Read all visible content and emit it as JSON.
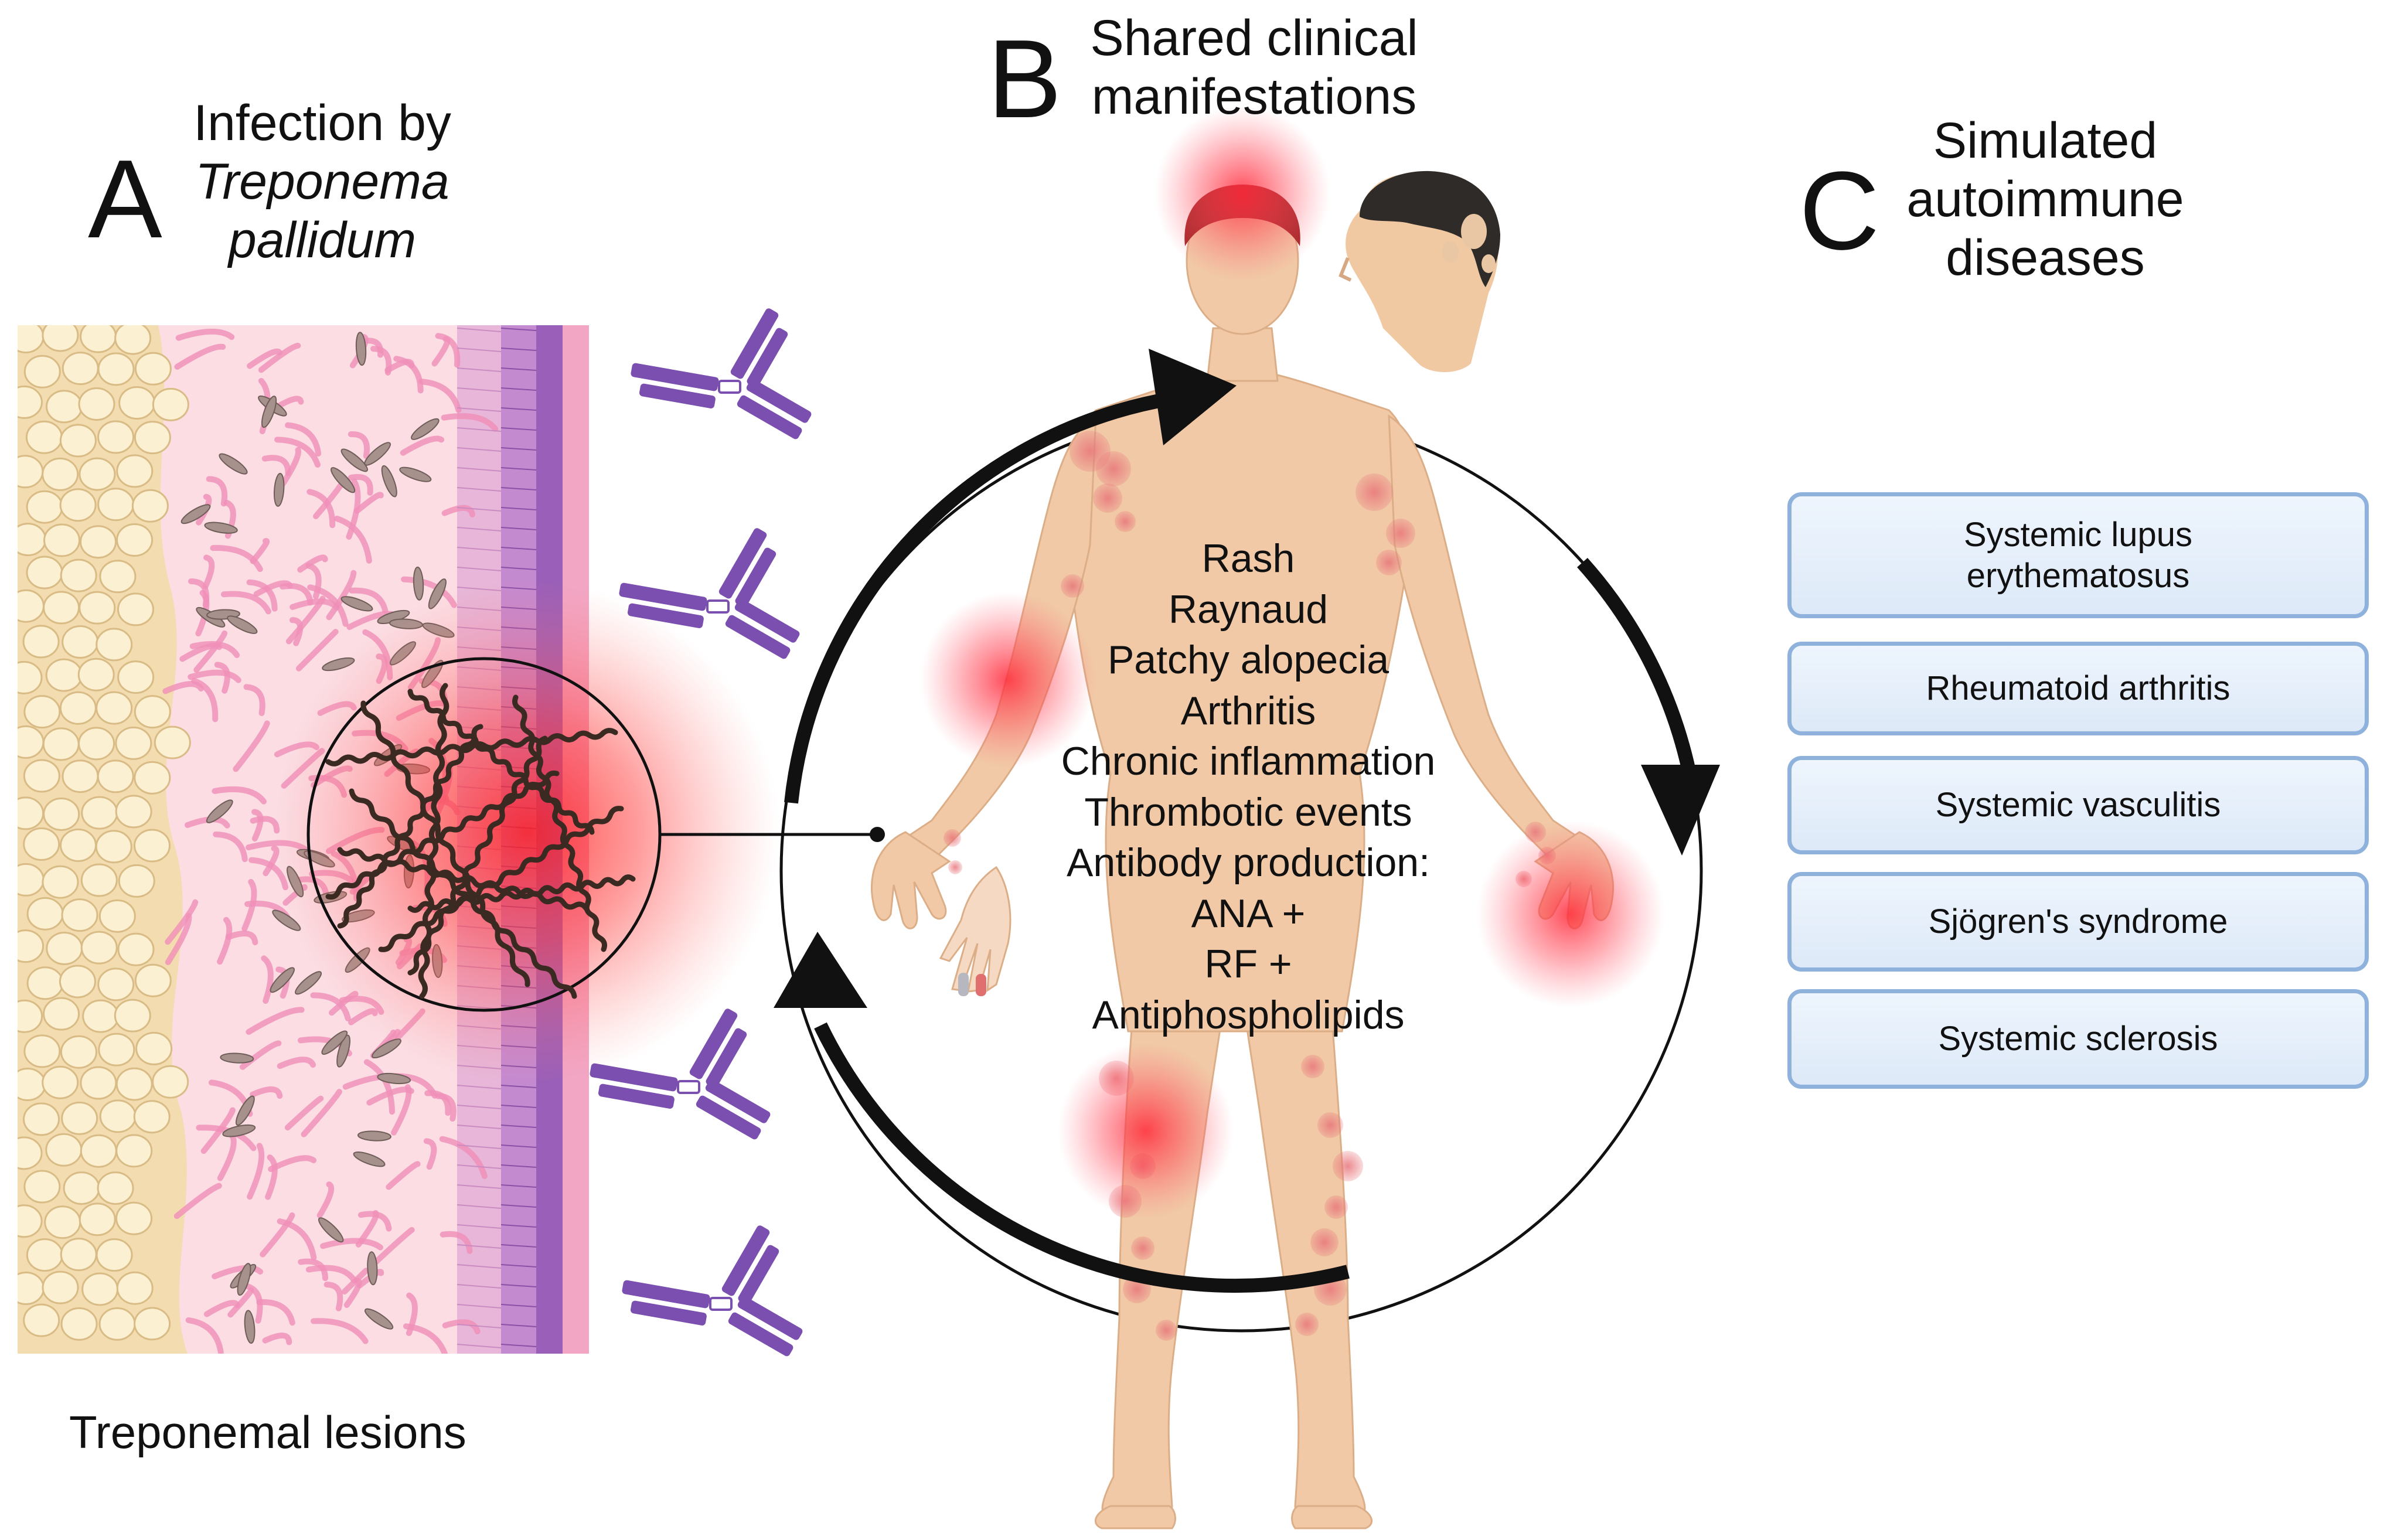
{
  "panel_a": {
    "letter": "A",
    "title_line1": "Infection by",
    "title_line2": "Treponema",
    "title_line3": "pallidum",
    "caption": "Treponemal lesions"
  },
  "panel_b": {
    "letter": "B",
    "title_line1": "Shared clinical",
    "title_line2": "manifestations",
    "manifestations": [
      "Rash",
      "Raynaud",
      "Patchy alopecia",
      "Arthritis",
      "Chronic inflammation",
      "Thrombotic events",
      "Antibody production:",
      "ANA +",
      "RF +",
      "Antiphospholipids"
    ]
  },
  "panel_c": {
    "letter": "C",
    "title_line1": "Simulated",
    "title_line2": "autoimmune",
    "title_line3": "diseases",
    "diseases": [
      "Systemic lupus erythematosus",
      "Rheumatoid arthritis",
      "Systemic vasculitis",
      "Sjögren's syndrome",
      "Systemic sclerosis"
    ]
  },
  "icons": {
    "antibody": "antibody-icon",
    "spirochete": "treponema-spirochete-icon",
    "tissue": "skin-tissue-cross-section-icon",
    "body": "human-body-figure-icon",
    "cycle_arrows": "cycle-arrows-icon"
  },
  "colors": {
    "antibody": "#7b4fb0",
    "inflammation": "#ff2a2a",
    "disease_box_border": "#8fb2dc",
    "disease_box_fill": "#e6effa",
    "skin": "#f1c9a6"
  }
}
